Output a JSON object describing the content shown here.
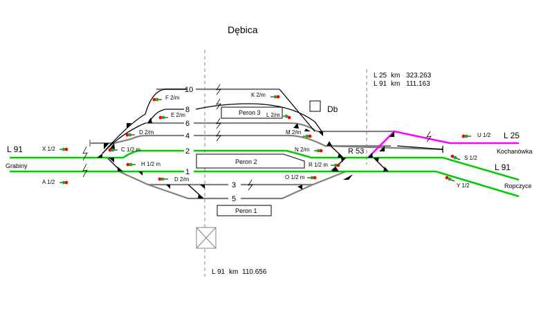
{
  "station": {
    "title": "Dębica",
    "building_label": "Db",
    "switch_box_label": "R 53"
  },
  "lines": {
    "left_line": "L 91",
    "left_destination": "Grabiny",
    "right_upper_line": "L 25",
    "right_upper_destination": "Kochanówka",
    "right_lower_line": "L 91",
    "right_lower_destination": "Ropczyce"
  },
  "kilometrage": {
    "east_l25": {
      "line": "L 25",
      "unit": "km",
      "value": "323.263"
    },
    "east_l91": {
      "line": "L 91",
      "unit": "km",
      "value": "111.163"
    },
    "axis": {
      "line": "L 91",
      "unit": "km",
      "value": "110.656"
    }
  },
  "tracks": [
    {
      "number": "10"
    },
    {
      "number": "8"
    },
    {
      "number": "6"
    },
    {
      "number": "4"
    },
    {
      "number": "2"
    },
    {
      "number": "1"
    },
    {
      "number": "3"
    },
    {
      "number": "5"
    }
  ],
  "platforms": [
    {
      "name": "Peron 1"
    },
    {
      "name": "Peron 2"
    },
    {
      "name": "Peron 3"
    }
  ],
  "signals": [
    {
      "id": "X",
      "label": "X 1/2"
    },
    {
      "id": "A",
      "label": "A 1/2"
    },
    {
      "id": "C",
      "label": "C 1/2 m"
    },
    {
      "id": "H",
      "label": "H 1/2 m"
    },
    {
      "id": "D_left",
      "label": "D 2/m"
    },
    {
      "id": "D_lower",
      "label": "D 2/m"
    },
    {
      "id": "E",
      "label": "E 2/m"
    },
    {
      "id": "F",
      "label": "F 2/m"
    },
    {
      "id": "K",
      "label": "K 2/m"
    },
    {
      "id": "L",
      "label": "L 2/m"
    },
    {
      "id": "M",
      "label": "M 2/m"
    },
    {
      "id": "N",
      "label": "N 2/m"
    },
    {
      "id": "R",
      "label": "R 1/2 m"
    },
    {
      "id": "O",
      "label": "O 1/2 m"
    },
    {
      "id": "U",
      "label": "U 1/2"
    },
    {
      "id": "S",
      "label": "S 1/2"
    },
    {
      "id": "Y",
      "label": "Y 1/2"
    }
  ],
  "colors": {
    "main_track": "#00cc00",
    "l25_track": "#ff00ff",
    "side_track": "#808080",
    "signal_red": "#ff0000",
    "signal_green": "#22aa22"
  }
}
